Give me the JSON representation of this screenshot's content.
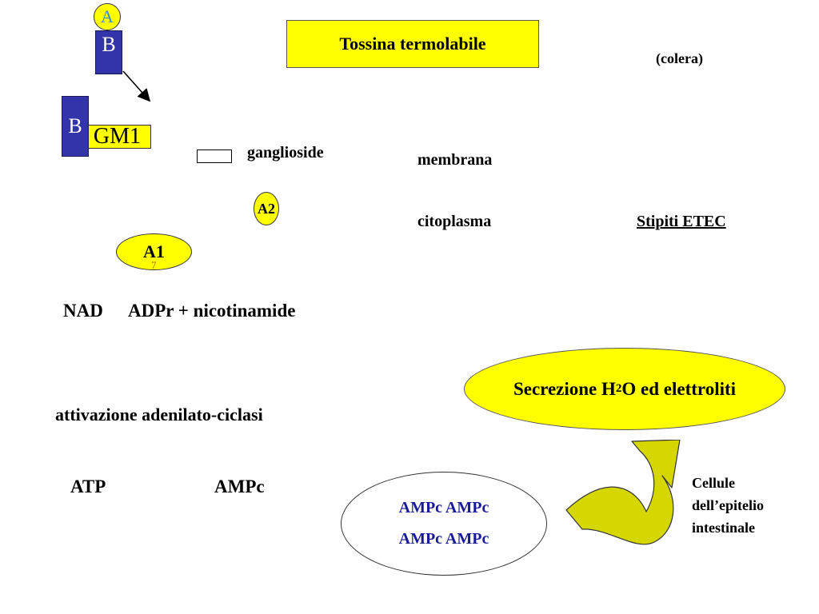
{
  "title": "Tossina termolabile",
  "subtitle_note": "(colera)",
  "toxin": {
    "subunit_a": "A",
    "subunit_b": "B",
    "receptor": "GM1",
    "bound_subunit_b": "B"
  },
  "labels": {
    "ganglioside": "ganglioside",
    "membrane": "membrana",
    "cytoplasm": "citoplasma",
    "etec": "Stipiti ETEC",
    "a2": "A2",
    "a1": "A1",
    "a1_mark": "7"
  },
  "reactions": {
    "nad_substrate": "NAD",
    "nad_products": "ADPr + nicotinamide",
    "activation": "attivazione adenilato-ciclasi",
    "atp": "ATP",
    "ampc": "AMPc"
  },
  "secretion": {
    "prefix": "Secrezione H",
    "subscript": "2",
    "suffix": "O ed elettroliti"
  },
  "ampc_cluster": {
    "line1": "AMPc AMPc",
    "line2": "AMPc AMPc"
  },
  "cells": {
    "line1": "Cellule",
    "line2": "dell’epitelio",
    "line3": "intestinale"
  },
  "colors": {
    "yellow": "#ffff00",
    "subunit_b": "#3333aa",
    "ampc_text": "#1a1a9a",
    "arrow_fill": "#d6d600"
  }
}
